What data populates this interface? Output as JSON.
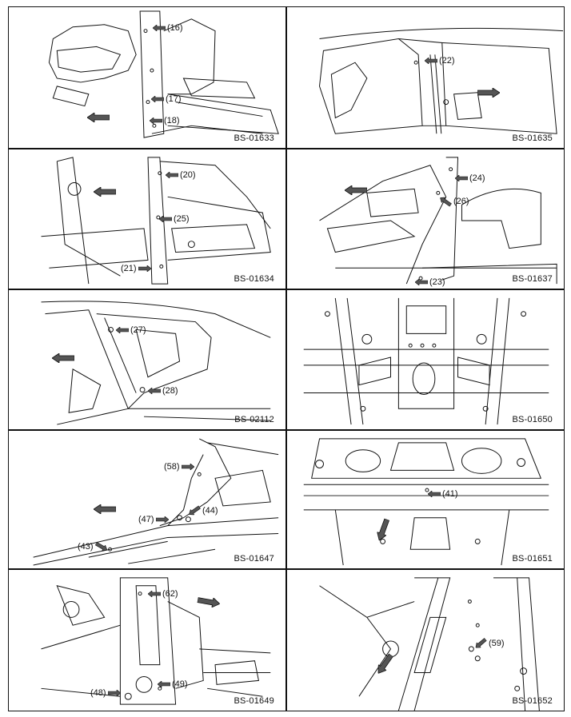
{
  "panels": [
    {
      "code": "BS-01633",
      "callouts": [
        "(16)",
        "(17)",
        "(18)"
      ]
    },
    {
      "code": "BS-01635",
      "callouts": [
        "(22)"
      ]
    },
    {
      "code": "BS-01634",
      "callouts": [
        "(20)",
        "(25)",
        "(21)"
      ]
    },
    {
      "code": "BS-01637",
      "callouts": [
        "(24)",
        "(26)",
        "(23)"
      ]
    },
    {
      "code": "BS-02112",
      "callouts": [
        "(27)",
        "(28)"
      ]
    },
    {
      "code": "BS-01650",
      "callouts": []
    },
    {
      "code": "BS-01647",
      "callouts": [
        "(58)",
        "(44)",
        "(47)",
        "(43)"
      ]
    },
    {
      "code": "BS-01651",
      "callouts": [
        "(41)"
      ]
    },
    {
      "code": "BS-01649",
      "callouts": [
        "(62)",
        "(48)",
        "(49)"
      ]
    },
    {
      "code": "BS-01652",
      "callouts": [
        "(59)"
      ]
    }
  ],
  "colors": {
    "line": "#111111",
    "arrow_fill": "#555555"
  },
  "icons": {
    "front_arrow": "front-direction-arrow-icon",
    "callout_arrow": "callout-arrow-icon"
  }
}
